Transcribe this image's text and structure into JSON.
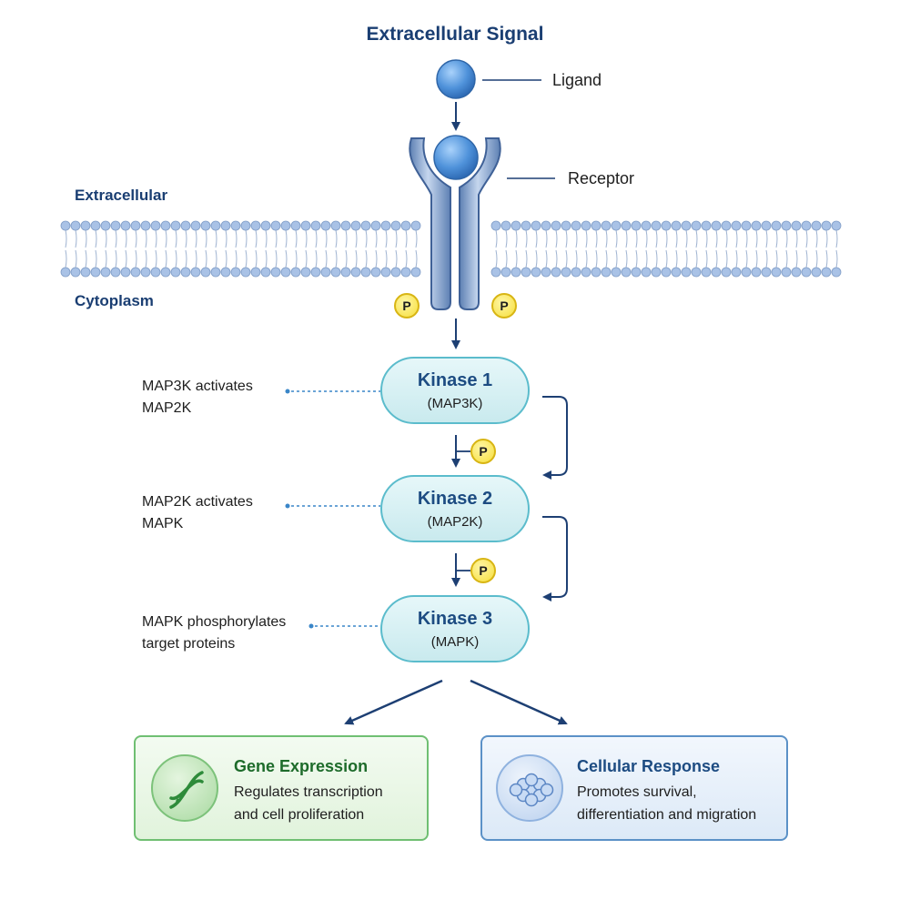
{
  "title": "Extracellular Signal",
  "labels": {
    "ligand": "Ligand",
    "receptor": "Receptor",
    "extracellular": "Extracellular",
    "cytoplasm": "Cytoplasm",
    "phospho": "P"
  },
  "kinases": [
    {
      "name": "Kinase 1",
      "sub": "(MAP3K)",
      "note": [
        "MAP3K activates",
        "MAP2K"
      ]
    },
    {
      "name": "Kinase 2",
      "sub": "(MAP2K)",
      "note": [
        "MAP2K activates",
        "MAPK"
      ]
    },
    {
      "name": "Kinase 3",
      "sub": "(MAPK)",
      "note": [
        "MAPK phosphorylates",
        "target proteins"
      ]
    }
  ],
  "outcomes": {
    "gene": {
      "title": "Gene Expression",
      "desc": [
        "Regulates transcription",
        "and cell proliferation"
      ]
    },
    "cell": {
      "title": "Cellular Response",
      "desc": [
        "Promotes survival,",
        "differentiation and migration"
      ]
    }
  },
  "icons": {
    "gene": "dna-icon",
    "cell": "cell-cluster-icon"
  },
  "colors": {
    "navy": "#1a3e72",
    "arrow": "#1d3f73",
    "kinase_border": "#5bbccc",
    "phospho_fill": "#f6df3a",
    "membrane_head": "#a9c2e6",
    "gene_accent": "#1d6b2a",
    "cell_accent": "#1d4c82"
  }
}
